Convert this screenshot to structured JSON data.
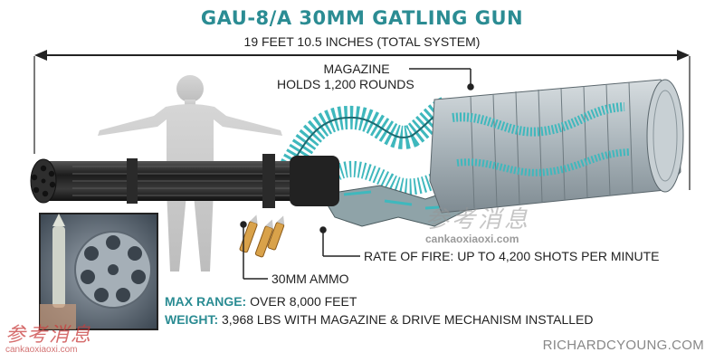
{
  "title": "GAU-8/A 30MM GATLING GUN",
  "length_label": "19 FEET 10.5 INCHES (TOTAL SYSTEM)",
  "callouts": {
    "magazine_line1": "MAGAZINE",
    "magazine_line2": "HOLDS 1,200 ROUNDS",
    "rate_of_fire": "RATE OF FIRE: UP TO 4,200 SHOTS PER MINUTE",
    "ammo": "30MM AMMO"
  },
  "specs": {
    "range_key": "MAX RANGE:",
    "range_value": "OVER 8,000 FEET",
    "weight_key": "WEIGHT:",
    "weight_value": "3,968 LBS WITH MAGAZINE & DRIVE MECHANISM INSTALLED"
  },
  "credit": "RICHARDCYOUNG.COM",
  "watermark": {
    "glyphs": "参考消息",
    "url": "cankaoxiaoxi.com"
  },
  "colors": {
    "accent": "#2b8c93",
    "barrel": "#2a2a2a",
    "magazine": "#b9c3c8",
    "feed": "#3fb8bd",
    "silhouette": "#c9c9c9"
  }
}
